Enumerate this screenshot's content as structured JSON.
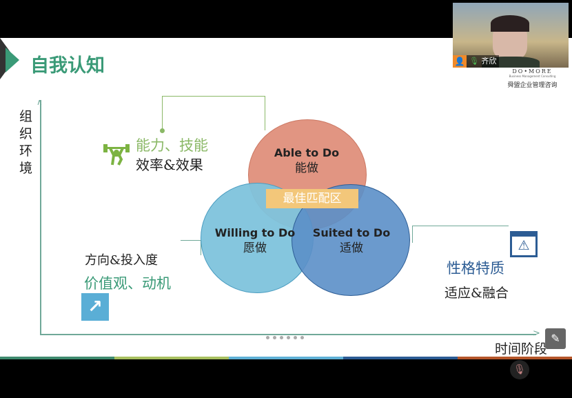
{
  "slide": {
    "title": "自我认知",
    "y_axis_label": "组织环境",
    "x_axis_label": "时间阶段",
    "ability": {
      "title": "能力、技能",
      "subtitle": "效率&效果"
    },
    "values": {
      "subtitle": "方向&投入度",
      "title": "价值观、动机"
    },
    "personality": {
      "title": "性格特质",
      "subtitle": "适应&融合"
    },
    "circles": [
      {
        "en": "Able to Do",
        "cn": "能做",
        "color": "#e0907c"
      },
      {
        "en": "Willing to Do",
        "cn": "愿做",
        "color": "#7ec3dc"
      },
      {
        "en": "Suited to Do",
        "cn": "适做",
        "color": "#5b8fc8"
      }
    ],
    "center_label": "最佳匹配区",
    "logo": {
      "brand": "DO•MORE",
      "tagline": "Business Management Consulting",
      "cn": "舜盟企业管理咨询"
    },
    "accent": "#3a9a77",
    "pager_dots": 6,
    "bottom_bar_colors": [
      "#3e8a6e",
      "#a8c060",
      "#5eb0d6",
      "#2c5c94",
      "#b5562a"
    ]
  },
  "video": {
    "participant_name": "齐欣"
  },
  "controls": {
    "annotate_icon": "pencil-icon",
    "mic_icon": "mic-muted-icon"
  }
}
